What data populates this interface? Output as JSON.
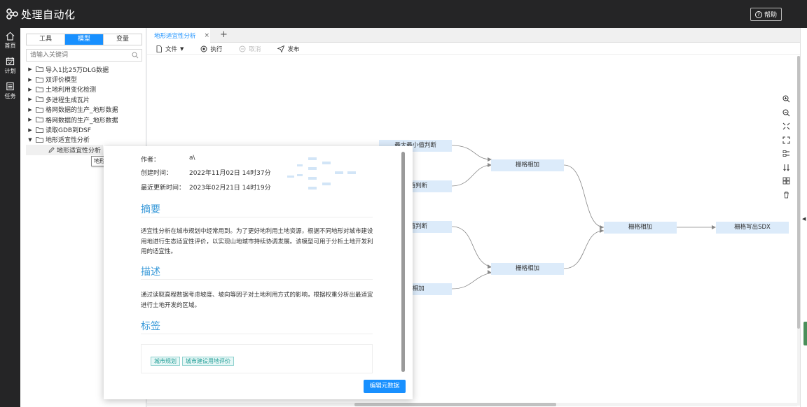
{
  "app": {
    "title": "处理自动化",
    "help_label": "帮助"
  },
  "rail": [
    {
      "label": "首页",
      "icon": "home-icon"
    },
    {
      "label": "计划",
      "icon": "calendar-icon"
    },
    {
      "label": "任务",
      "icon": "list-icon"
    }
  ],
  "side": {
    "segments": [
      "工具",
      "模型",
      "变量"
    ],
    "active_segment": "模型",
    "search_placeholder": "请输入关键词",
    "tree": [
      {
        "label": "导入1比25万DLG数据",
        "expanded": false
      },
      {
        "label": "双评价模型",
        "expanded": false
      },
      {
        "label": "土地利用变化检测",
        "expanded": false
      },
      {
        "label": "多进程生成瓦片",
        "expanded": false
      },
      {
        "label": "格网数据的生产_地形数据",
        "expanded": false
      },
      {
        "label": "格网数据的生产_地形数据",
        "expanded": false
      },
      {
        "label": "读取GDB到DSF",
        "expanded": false
      },
      {
        "label": "地形适宜性分析",
        "expanded": true
      }
    ],
    "child_label": "地形适宜性分析",
    "tooltip": "地形适宜性分析"
  },
  "main": {
    "tab_label": "地形适宜性分析",
    "toolbar": {
      "file": "文件",
      "run": "执行",
      "cancel": "取消",
      "publish": "发布"
    },
    "nodes": [
      {
        "label": "最大最小值判断"
      },
      {
        "label": "小值判断"
      },
      {
        "label": "小值判断"
      },
      {
        "label": "格相加"
      },
      {
        "label": "栅格相加"
      },
      {
        "label": "栅格相加"
      },
      {
        "label": "栅格相加"
      },
      {
        "label": "栅格写出SDX"
      }
    ]
  },
  "popup": {
    "author_label": "作者：",
    "author": "a\\",
    "created_label": "创建时间：",
    "created": "2022年11月02日 14时37分",
    "updated_label": "最近更新时间：",
    "updated": "2023年02月21日 14时19分",
    "summary_title": "摘要",
    "summary": "适宜性分析在城市规划中经常用到。为了更好地利用土地资源，根据不同地形对城市建设用地进行生态适宜性评价，以实现山地城市持续协调发展。该模型可用于分析土地开发利用的适宜性。",
    "desc_title": "描述",
    "desc": "通过读取高程数据考虑坡度、坡向等因子对土地利用方式的影响，根据权重分析出最适宜进行土地开发的区域。",
    "tags_title": "标签",
    "tags": [
      "城市规划",
      "城市建设用地评价"
    ],
    "edit_button": "编辑元数据"
  },
  "colors": {
    "accent": "#1890ff",
    "header": "#252526",
    "node": "#dcebfa",
    "section": "#3a9ad9",
    "tag": "#239e97"
  }
}
